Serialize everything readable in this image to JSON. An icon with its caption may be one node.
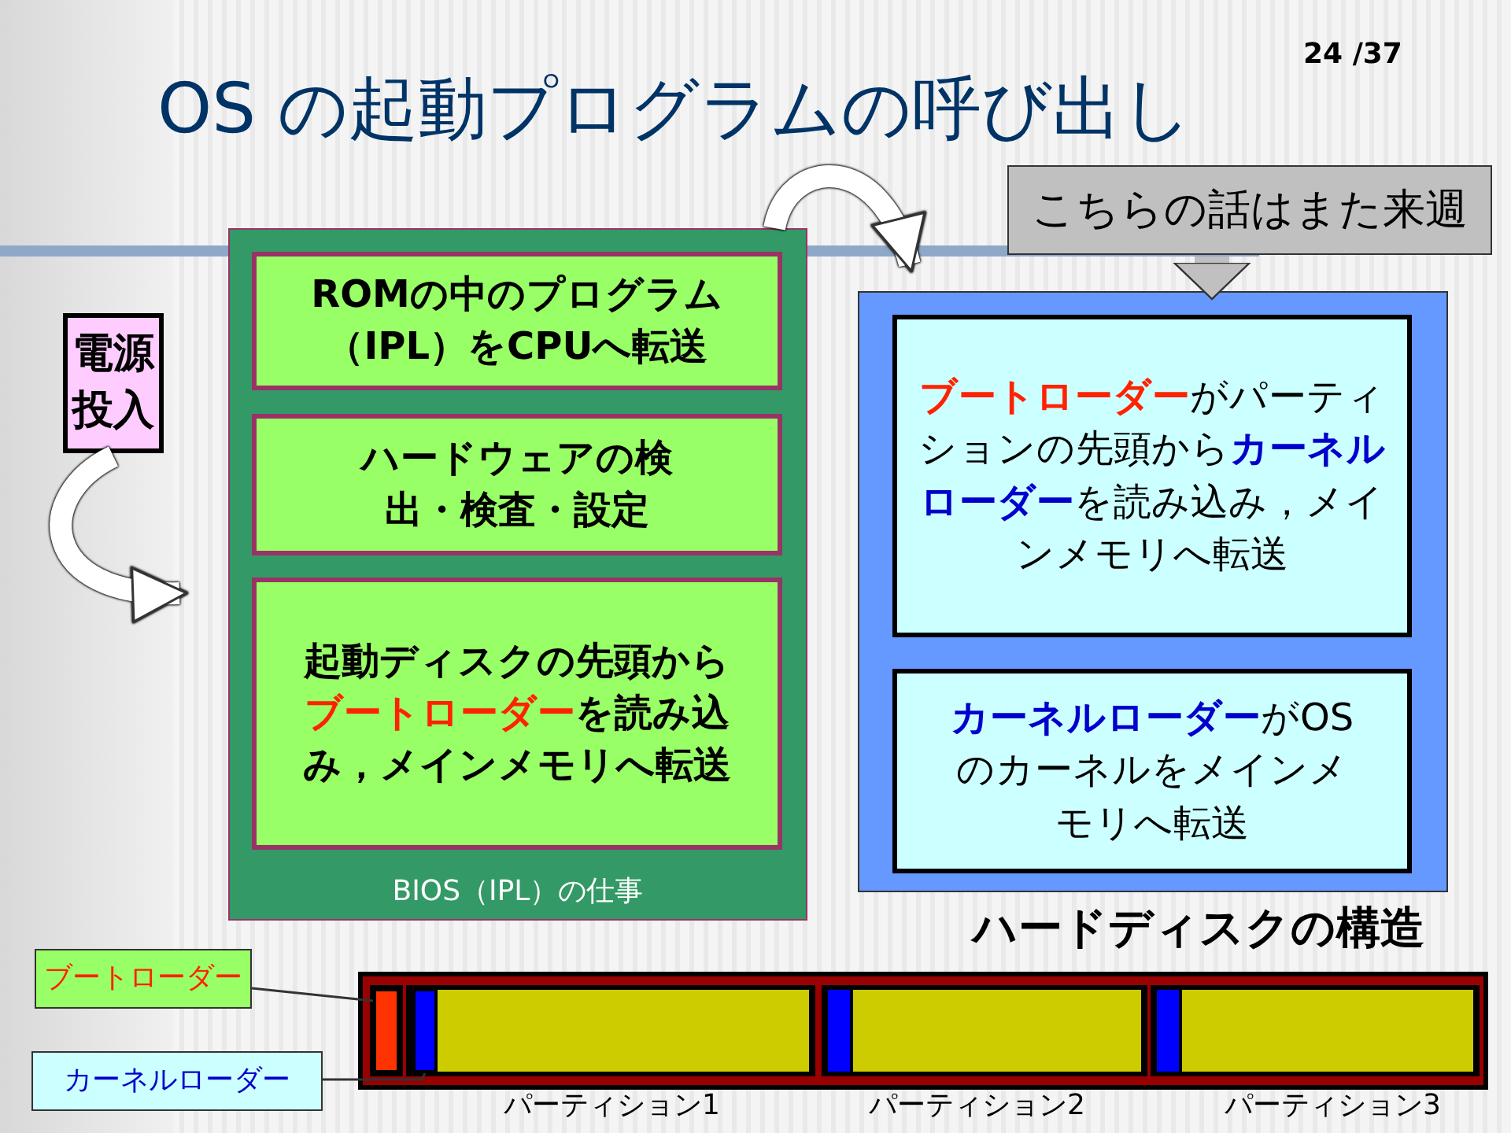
{
  "diagram": {
    "title": "OS の起動プログラムの呼び出し",
    "nodes": [
      {
        "text": [
          "電源投入"
        ]
      },
      {
        "text": [
          "BIOS（IPL）の仕事"
        ]
      },
      {
        "text": [
          "ROMの中のプログラム（IPL）をCPUへ転送"
        ],
        "in": 1
      },
      {
        "text": [
          "ハードウェアの検出・検査・設定"
        ],
        "in": 1
      },
      {
        "text": [
          "起動ディスクの先頭から**ブートローダー**を読み込み，メインメモリへ転送"
        ],
        "in": 1
      },
      {
        "text": [],
        "shape": "box"
      },
      {
        "text": [
          "**ブートローダー**がパーティションの先頭から**カーネルローダー**を読み込み，メインメモリへ転送"
        ],
        "in": 5
      },
      {
        "text": [
          "**カーネルローダー**がOSのカーネルをメインメモリへ転送"
        ],
        "in": 5
      },
      {
        "text": [
          "こちらの話はまた来週"
        ]
      },
      {
        "text": [],
        "shape": "bar"
      },
      {
        "text": [],
        "shape": "bar"
      },
      {
        "text": [
          "ブートローダー"
        ]
      },
      {
        "text": [
          "カーネルローダー"
        ]
      }
    ],
    "edges": [
      {
        "from": 0,
        "to": 1,
        "arrow": "to"
      },
      {
        "from": 1,
        "to": 5,
        "arrow": "to"
      },
      {
        "from": 8,
        "to": 5,
        "arrow": "to"
      },
      {
        "from": 11,
        "to": 9,
        "arrow": "none",
        "color": "#333333"
      },
      {
        "from": 12,
        "to": 10,
        "arrow": "none",
        "color": "#333333"
      }
    ],
    "labels": [
      "24 /37",
      "ハードディスクの構造",
      "パーティション1",
      "パーティション2",
      "パーティション3"
    ]
  }
}
